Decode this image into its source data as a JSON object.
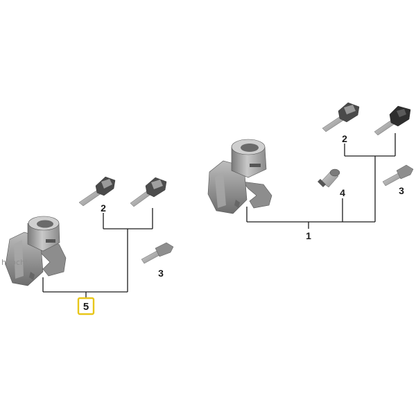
{
  "diagram": {
    "groups": [
      {
        "id": "left",
        "callouts": [
          "5",
          "2",
          "3"
        ],
        "highlighted": "5"
      },
      {
        "id": "right",
        "callouts": [
          "1",
          "2",
          "4",
          "3"
        ]
      }
    ],
    "highlight_color": "#e8c619",
    "line_color": "#1a1a1a"
  },
  "watermark": "hirochi",
  "labels": {
    "left_5": "5",
    "left_2": "2",
    "left_3": "3",
    "right_1": "1",
    "right_2": "2",
    "right_4": "4",
    "right_3": "3"
  }
}
